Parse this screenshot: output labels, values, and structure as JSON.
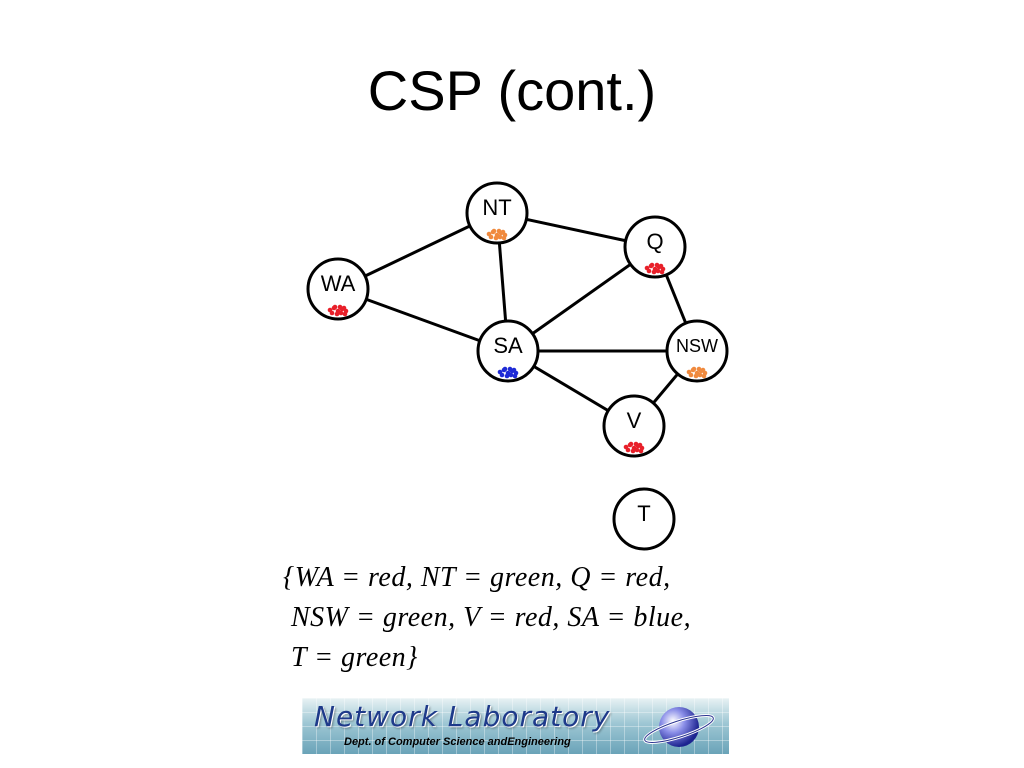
{
  "slide": {
    "title": "CSP (cont.)"
  },
  "graph": {
    "nodes": [
      {
        "id": "WA",
        "label": "WA",
        "color": "#e8202a"
      },
      {
        "id": "NT",
        "label": "NT",
        "color": "#f08a3e"
      },
      {
        "id": "Q",
        "label": "Q",
        "color": "#e8202a"
      },
      {
        "id": "SA",
        "label": "SA",
        "color": "#1f2bd6"
      },
      {
        "id": "NSW",
        "label": "NSW",
        "color": "#f08a3e"
      },
      {
        "id": "V",
        "label": "V",
        "color": "#e8202a"
      },
      {
        "id": "T",
        "label": "T"
      }
    ],
    "edges": [
      [
        "WA",
        "NT"
      ],
      [
        "WA",
        "SA"
      ],
      [
        "NT",
        "SA"
      ],
      [
        "NT",
        "Q"
      ],
      [
        "SA",
        "Q"
      ],
      [
        "SA",
        "NSW"
      ],
      [
        "SA",
        "V"
      ],
      [
        "Q",
        "NSW"
      ],
      [
        "NSW",
        "V"
      ]
    ]
  },
  "solution": {
    "line1": "{WA = red, NT = green, Q = red,",
    "line2": "NSW = green, V = red, SA = blue,",
    "line3": "T = green}"
  },
  "logo": {
    "title": "Network Laboratory",
    "subtitle": "Dept. of Computer Science andEngineering"
  }
}
